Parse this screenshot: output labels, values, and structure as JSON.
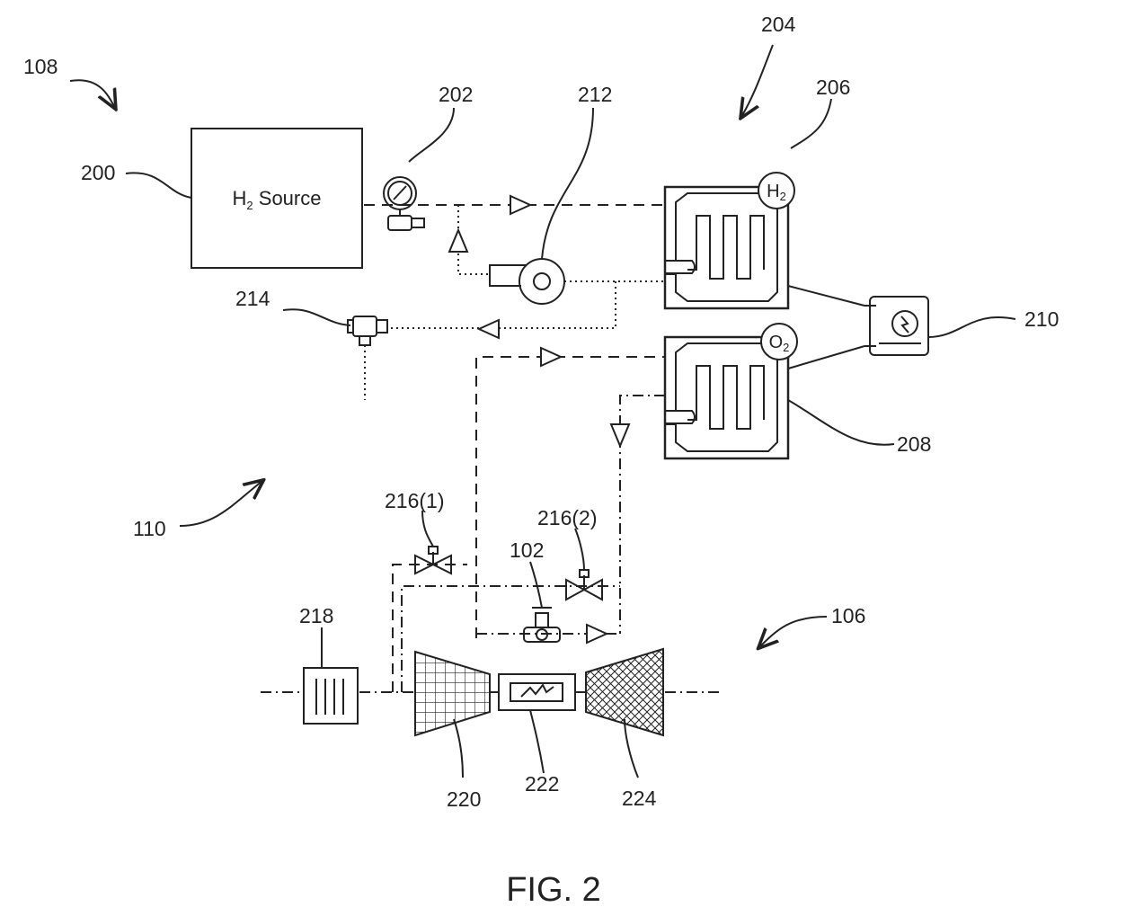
{
  "figure": {
    "caption": "FIG. 2"
  },
  "h2_source": {
    "label": "Source",
    "label_prefix": "H",
    "label_sub": "2"
  },
  "fuel_cell": {
    "h2_symbol": "H",
    "h2_sub": "2",
    "o2_symbol": "O",
    "o2_sub": "2"
  },
  "labels": {
    "ref_108": "108",
    "ref_200": "200",
    "ref_202": "202",
    "ref_212": "212",
    "ref_204": "204",
    "ref_206": "206",
    "ref_210": "210",
    "ref_214": "214",
    "ref_208": "208",
    "ref_110": "110",
    "ref_216_1": "216(1)",
    "ref_216_2": "216(2)",
    "ref_102": "102",
    "ref_218": "218",
    "ref_106": "106",
    "ref_220": "220",
    "ref_222": "222",
    "ref_224": "224"
  }
}
